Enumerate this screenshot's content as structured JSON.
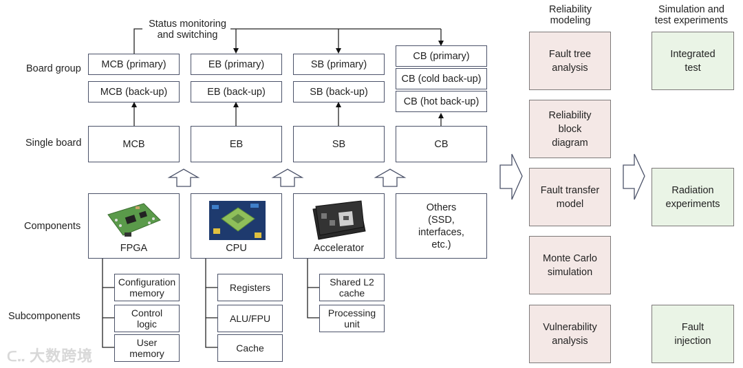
{
  "status_label": [
    "Status monitoring",
    "and switching"
  ],
  "row_labels": {
    "board_group": "Board group",
    "single_board": "Single board",
    "components": "Components",
    "subcomponents": "Subcomponents"
  },
  "board_groups": {
    "mcb": [
      "MCB (primary)",
      "MCB (back-up)"
    ],
    "eb": [
      "EB (primary)",
      "EB (back-up)"
    ],
    "sb": [
      "SB (primary)",
      "SB (back-up)"
    ],
    "cb": [
      "CB (primary)",
      "CB (cold back-up)",
      "CB (hot back-up)"
    ]
  },
  "single_boards": [
    "MCB",
    "EB",
    "SB",
    "CB"
  ],
  "components": {
    "fpga": "FPGA",
    "cpu": "CPU",
    "accelerator": "Accelerator",
    "others": [
      "Others",
      "(SSD,",
      "interfaces,",
      "etc.)"
    ]
  },
  "subcomponents": {
    "fpga": [
      [
        "Configuration",
        "memory"
      ],
      [
        "Control",
        "logic"
      ],
      [
        "User",
        "memory"
      ]
    ],
    "cpu": [
      [
        "Registers"
      ],
      [
        "ALU/FPU"
      ],
      [
        "Cache"
      ]
    ],
    "accelerator": [
      [
        "Shared L2",
        "cache"
      ],
      [
        "Processing",
        "unit"
      ]
    ]
  },
  "reliability_modeling": {
    "title": [
      "Reliability",
      "modeling"
    ],
    "items": [
      [
        "Fault tree",
        "analysis"
      ],
      [
        "Reliability",
        "block",
        "diagram"
      ],
      [
        "Fault transfer",
        "model"
      ],
      [
        "Monte Carlo",
        "simulation"
      ],
      [
        "Vulnerability",
        "analysis"
      ]
    ]
  },
  "simulation_experiments": {
    "title": [
      "Simulation and",
      "test experiments"
    ],
    "items": [
      [
        "Integrated",
        "test"
      ],
      [
        "Radiation",
        "experiments"
      ],
      [
        "Fault",
        "injection"
      ]
    ]
  },
  "watermark": "大数跨境",
  "colors": {
    "box_border": "#4a5168",
    "model_fill": "#f4e8e6",
    "experiment_fill": "#eaf4e6"
  }
}
